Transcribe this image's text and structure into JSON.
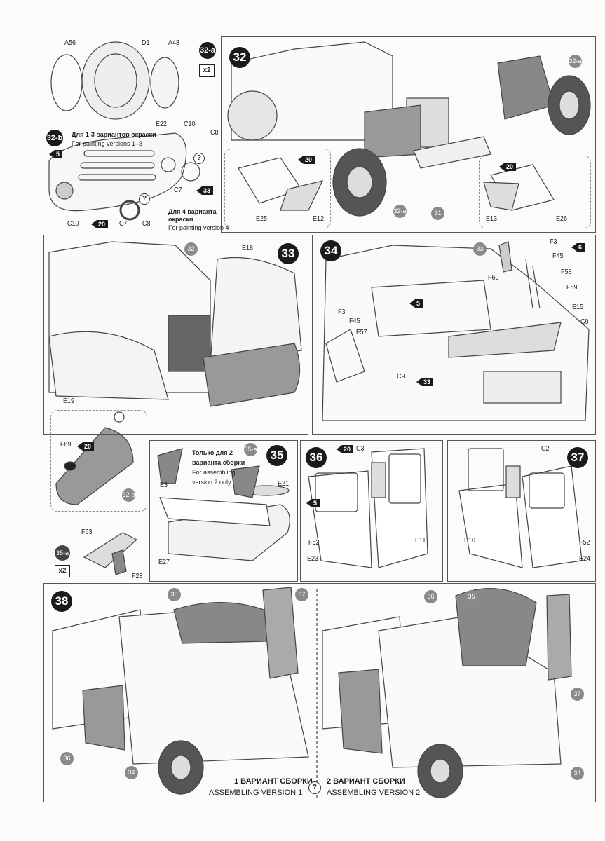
{
  "step_32ab": {
    "step_a": "32-a",
    "x2": "x2",
    "step_b": "32-b",
    "parts": [
      "A56",
      "D1",
      "A48",
      "E22",
      "C10",
      "C8",
      "C7",
      "C10",
      "C7",
      "C8"
    ],
    "badges": [
      "5",
      "33",
      "20"
    ],
    "note1_ru": "Для 1-3 вариантов окраски",
    "note1_en": "For painting versions 1–3",
    "note2_ru1": "Для 4 варианта",
    "note2_ru2": "окраски",
    "note2_en": "For painting version 4",
    "question": "?"
  },
  "step_32": {
    "step": "32",
    "refs": [
      "32-a",
      "32-a",
      "31"
    ],
    "badges": [
      "20",
      "20"
    ],
    "parts": [
      "E25",
      "E12",
      "E13",
      "E26"
    ]
  },
  "step_33": {
    "step": "33",
    "refs": [
      "32"
    ],
    "parts": [
      "E18",
      "E19"
    ]
  },
  "step_34": {
    "step": "34",
    "refs": [
      "33"
    ],
    "badges": [
      "6",
      "5",
      "33"
    ],
    "parts": [
      "F3",
      "F45",
      "F58",
      "F59",
      "F60",
      "E15",
      "C9",
      "F3",
      "F45",
      "F57",
      "C9"
    ]
  },
  "sub_32b": {
    "ref": "32-b",
    "badge": "20",
    "parts": [
      "F69"
    ]
  },
  "step_35a": {
    "step": "35-a",
    "x2": "x2",
    "parts": [
      "F63",
      "F28"
    ]
  },
  "step_35": {
    "step": "35",
    "ref": "35-a",
    "note_ru1": "Только для 2",
    "note_ru2": "варианта сборки",
    "note_en1": "For assembling",
    "note_en2": "version 2 only",
    "parts": [
      "E3",
      "E21",
      "E27"
    ]
  },
  "step_36": {
    "step": "36",
    "badges": [
      "20",
      "5"
    ],
    "parts": [
      "C3",
      "F52",
      "E23",
      "E11"
    ]
  },
  "step_37": {
    "step": "37",
    "parts": [
      "C2",
      "E10",
      "F52",
      "E24"
    ]
  },
  "step_38": {
    "step": "38",
    "refs": [
      "35",
      "37",
      "36",
      "34",
      "36",
      "35",
      "37",
      "34"
    ],
    "v1_ru": "1 ВАРИАНТ СБОРКИ",
    "v1_en": "ASSEMBLING VERSION 1",
    "v2_ru": "2 ВАРИАНТ СБОРКИ",
    "v2_en": "ASSEMBLING VERSION 2",
    "question": "?"
  }
}
